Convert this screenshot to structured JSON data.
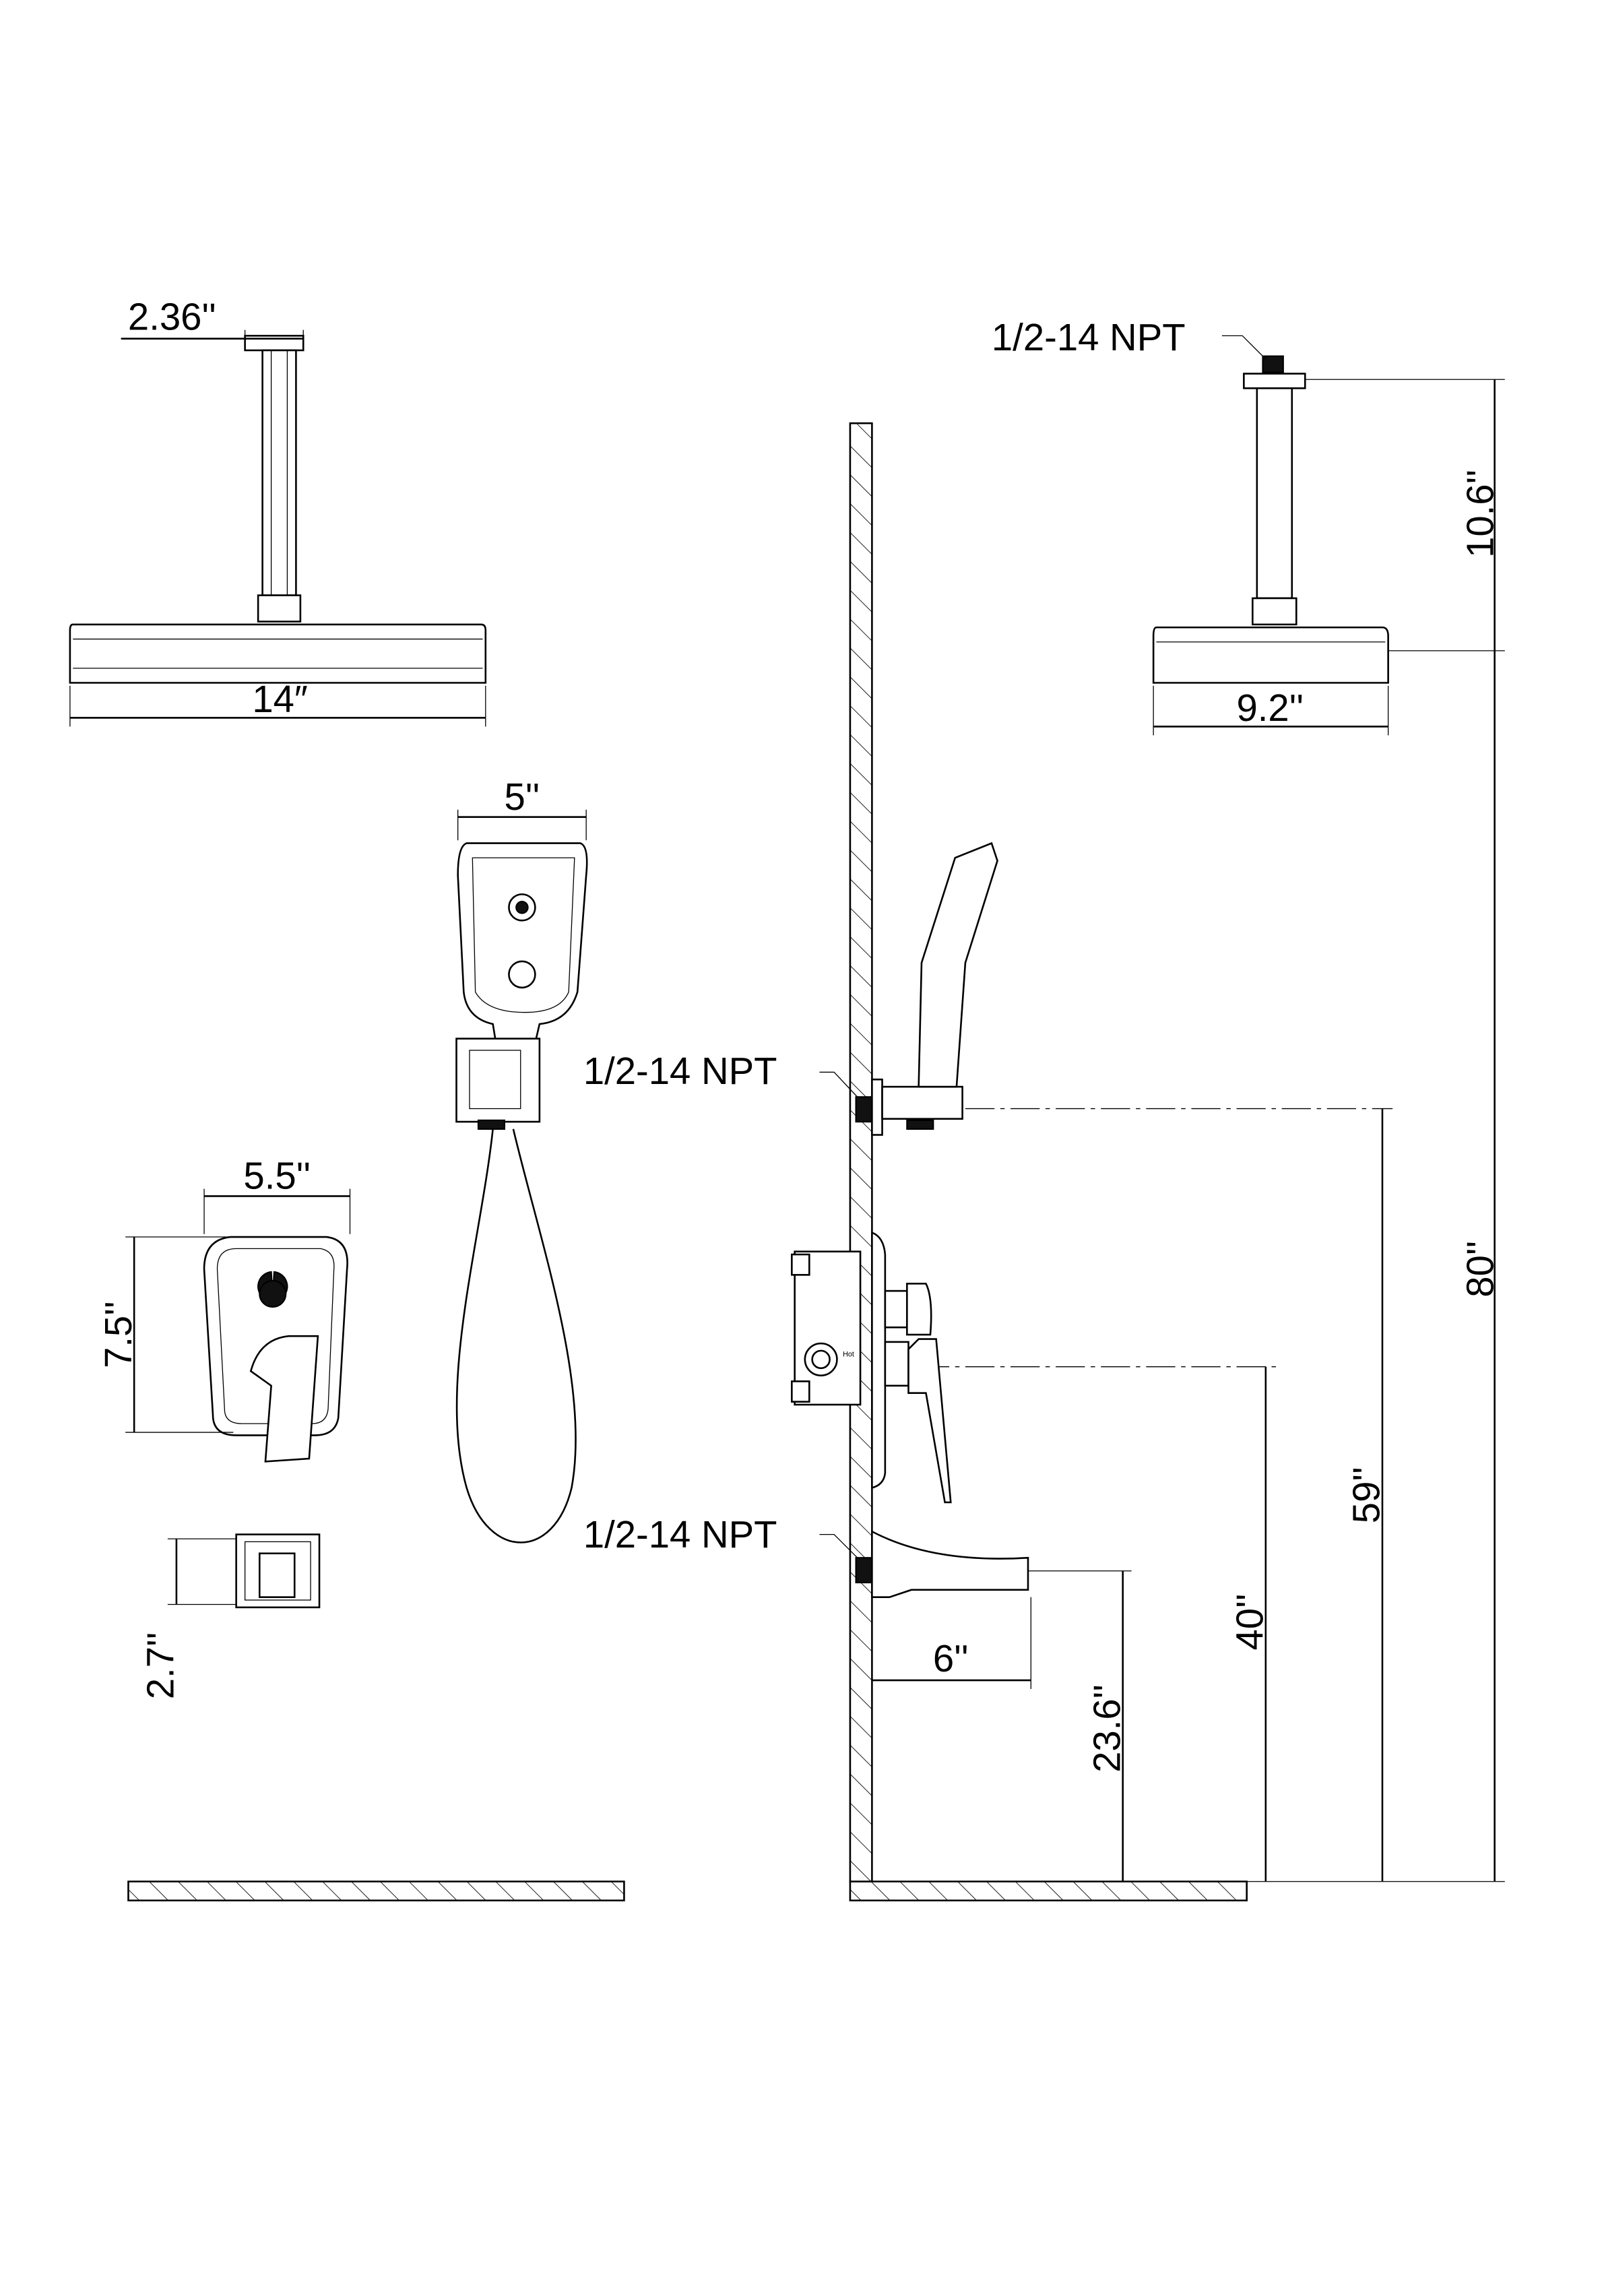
{
  "title": "Shower system dimension drawing",
  "dimensions": {
    "rain_arm_flange": "2.36''",
    "rain_head_width": "14″",
    "rain_head_depth": "9.2''",
    "arm_drop": "10.6''",
    "total_height": "80''",
    "handheld_outlet_height": "59''",
    "valve_height": "40''",
    "spout_height": "23.6''",
    "spout_reach": "6''",
    "handheld_width": "5''",
    "trim_width": "5.5''",
    "trim_height": "7.5''",
    "spout_face": "2.7''"
  },
  "callouts": {
    "top_thread": "1/2-14 NPT",
    "handheld_thread": "1/2-14 NPT",
    "spout_thread": "1/2-14 NPT",
    "valve_marking": "Hot"
  },
  "colors": {
    "line": "#000000",
    "background": "#ffffff"
  }
}
